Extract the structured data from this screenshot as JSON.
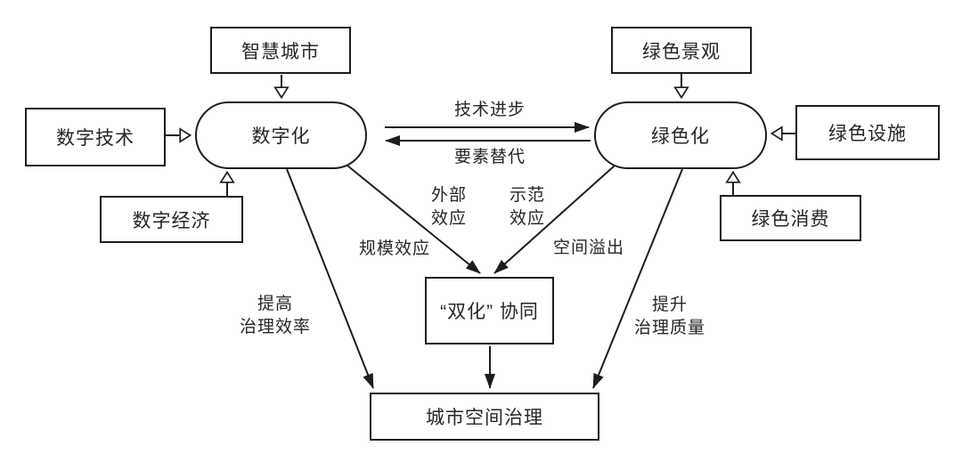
{
  "colors": {
    "background": "#ffffff",
    "line": "#1d1d1d",
    "text": "#262626"
  },
  "nodes": {
    "smart_city": {
      "label": "智慧城市"
    },
    "digital_tech": {
      "label": "数字技术"
    },
    "digitalization": {
      "label": "数字化"
    },
    "digital_economy": {
      "label": "数字经济"
    },
    "green_landscape": {
      "label": "绿色景观"
    },
    "greening": {
      "label": "绿色化"
    },
    "green_facility": {
      "label": "绿色设施"
    },
    "green_consumption": {
      "label": "绿色消费"
    },
    "synergy": {
      "label": "“双化” 协同"
    },
    "governance": {
      "label": "城市空间治理"
    }
  },
  "edge_labels": {
    "tech_progress": "技术进步",
    "factor_substitution": "要素替代",
    "external_effect": "外部\n效应",
    "demonstration_effect": "示范\n效应",
    "scale_effect": "规模效应",
    "spatial_spillover": "空间溢出",
    "improve_efficiency": "提高\n治理效率",
    "improve_quality": "提升\n治理质量"
  }
}
